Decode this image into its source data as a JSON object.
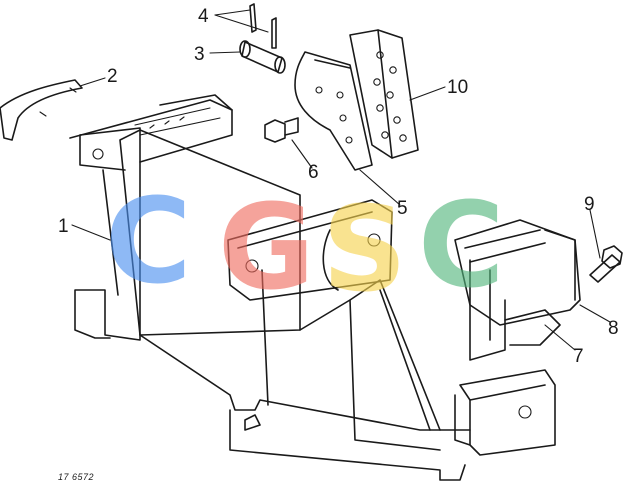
{
  "callouts": {
    "c1": "1",
    "c2": "2",
    "c3": "3",
    "c4": "4",
    "c5": "5",
    "c6": "6",
    "c7": "7",
    "c8": "8",
    "c9": "9",
    "c10": "10"
  },
  "reference_code": "17 6572",
  "watermark": {
    "letters": [
      "C",
      "G",
      "S",
      "C"
    ],
    "colors": [
      "#4a8fef",
      "#ef6b5e",
      "#f6d24d",
      "#52b57b"
    ]
  }
}
